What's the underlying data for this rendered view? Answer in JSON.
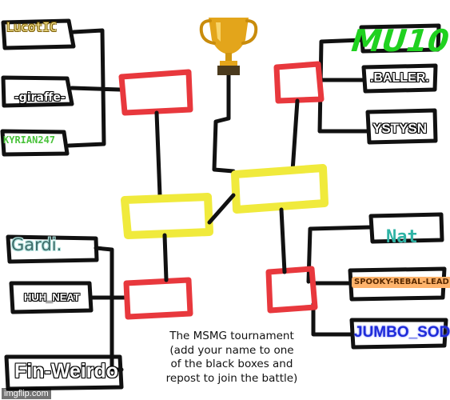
{
  "colors": {
    "bracket_line": "#111111",
    "round_one_box": "#e8383d",
    "semifinal_box": "#f0ea3c",
    "trophy_gold": "#e3a51b"
  },
  "icons": {
    "trophy": "trophy-icon"
  },
  "players": {
    "top_left_1": "LucotIC",
    "top_left_2": "-giraffe-",
    "top_left_3": "KYRIAN247",
    "top_right_1": "MU10",
    "top_right_2": ".BALLER.",
    "top_right_3": "YSTYSN",
    "bottom_left_1": "Gardi.",
    "bottom_left_2": "HUH_NEAT",
    "bottom_left_3": "Fin-Weirdo",
    "bottom_right_1": "Nat",
    "bottom_right_2": "SPOOKY-REBAL-LEAD",
    "bottom_right_3": "JUMBO_SODA"
  },
  "caption": {
    "line1": "The MSMG tournament",
    "line2": "(add your name to one",
    "line3": "of the black boxes and",
    "line4": "repost to join the battle)"
  },
  "watermark": "imgflip.com"
}
